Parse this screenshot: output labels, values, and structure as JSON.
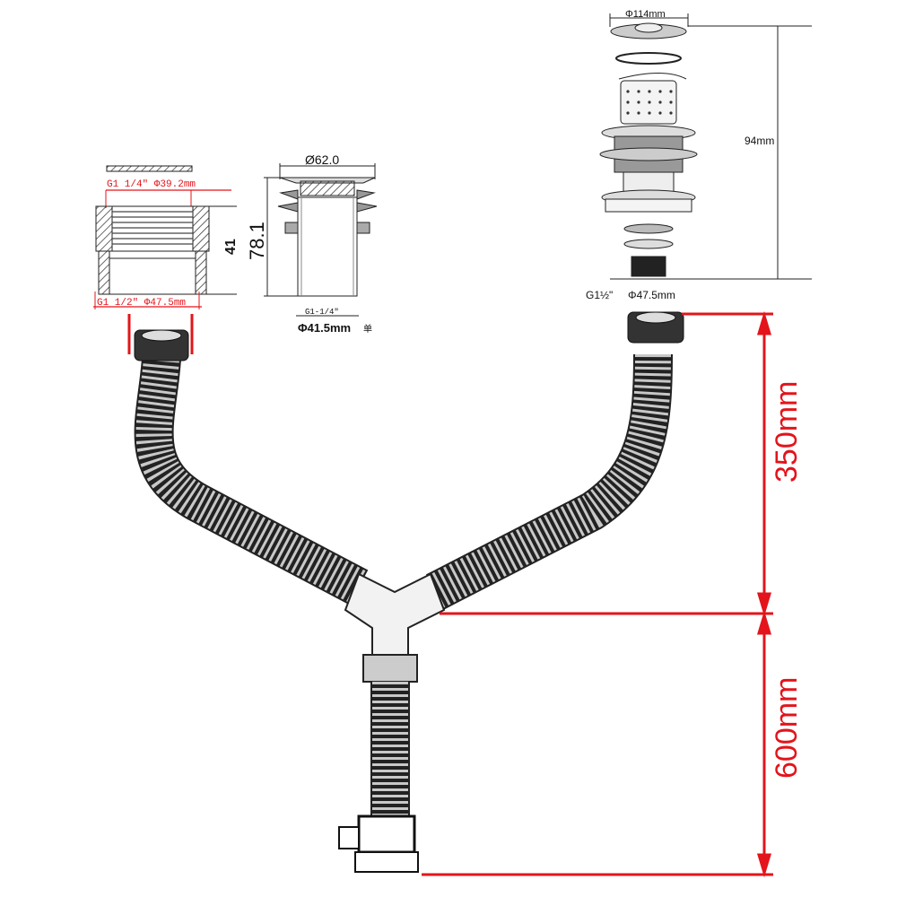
{
  "adapter": {
    "top_thread": "G1 1/4\" Φ39.2mm",
    "bottom_thread": "G1 1/2\" Φ47.5mm",
    "height": "41"
  },
  "popup_drain": {
    "diameter": "Ø62.0",
    "height": "78.1",
    "thread": "G1-1/4\"",
    "bottom_diameter": "Φ41.5mm",
    "unit_note": "单"
  },
  "basket_strainer": {
    "top_diameter": "Φ114mm",
    "height": "94mm",
    "thread": "G1½\"",
    "bottom_diameter": "Φ47.5mm"
  },
  "hose_dimensions": {
    "upper": "350mm",
    "lower": "600mm"
  },
  "colors": {
    "dimension": "#e3141b",
    "line": "#222222"
  }
}
